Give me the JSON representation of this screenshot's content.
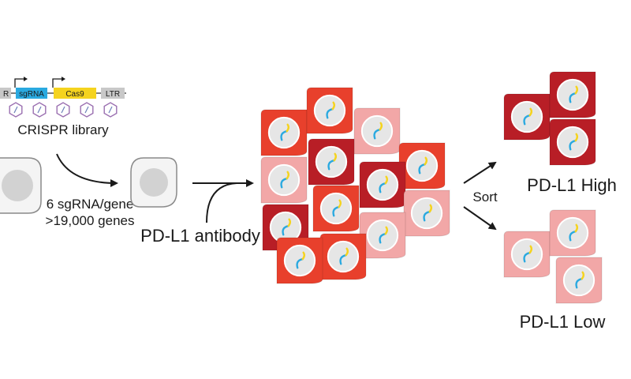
{
  "construct": {
    "left_label": "R",
    "sgrna_label": "sgRNA",
    "cas9_label": "Cas9",
    "ltr_label": "LTR"
  },
  "library_label": "CRISPR library",
  "library_stats": [
    "6 sgRNA/gene",
    ">19,000 genes"
  ],
  "antibody_label": "PD-L1 antibody",
  "sort_label": "Sort",
  "high_label": "PD-L1 High",
  "low_label": "PD-L1 Low",
  "colors": {
    "dark_red": "#b81e26",
    "red": "#e8402c",
    "pink": "#f2a7a7",
    "sgrna_box": "#2aa9e0",
    "cas9_box": "#f5d31e",
    "ltr_box": "#c8c8c8",
    "nucleus": "#e6e6e6",
    "unlabeled_cell": "#f4f4f4"
  }
}
